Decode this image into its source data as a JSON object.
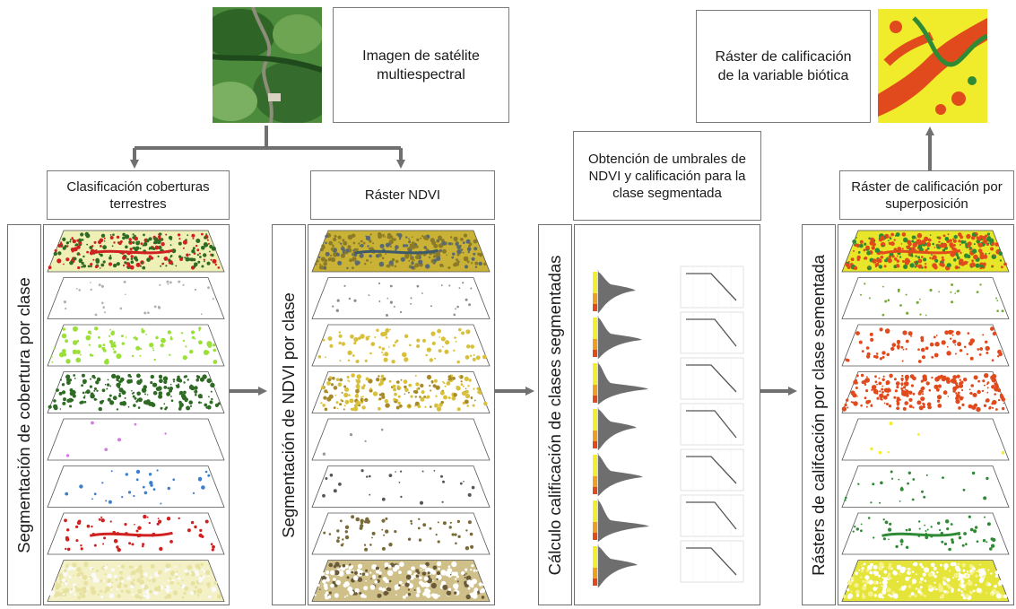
{
  "top": {
    "input_label": "Imagen de satélite multiespectral",
    "output_label": "Ráster de calificación de la variable biótica"
  },
  "stages": {
    "cobertura_header": "Clasificación coberturas terrestres",
    "ndvi_header": "Ráster NDVI",
    "umbral_header": "Obtención de umbrales de NDVI y calificación para la clase segmentada",
    "superposicion_header": "Ráster de calificación por superposición"
  },
  "side_labels": {
    "cobertura": "Segmentación de cobertura por clase",
    "ndvi": "Segmentación de NDVI por clase",
    "calculo": "Cálculo calificación de clases segmentadas",
    "rasters": "Rásters de califcación por clase sementada"
  },
  "colors": {
    "arrow": "#707070",
    "box_border": "#7a7a7a",
    "vegetation_green": "#2f6b25",
    "ndvi_yellow": "#d9c03a",
    "score_red": "#e04a1c",
    "score_yellow": "#f2ee2a",
    "water_blue": "#3b7fd0",
    "light_green": "#9be03a",
    "pink": "#d27ae0"
  },
  "icons": [
    "arrow-down-icon",
    "arrow-right-icon",
    "arrow-up-icon",
    "histogram-icon",
    "line-chart-icon",
    "raster-layer-icon"
  ]
}
